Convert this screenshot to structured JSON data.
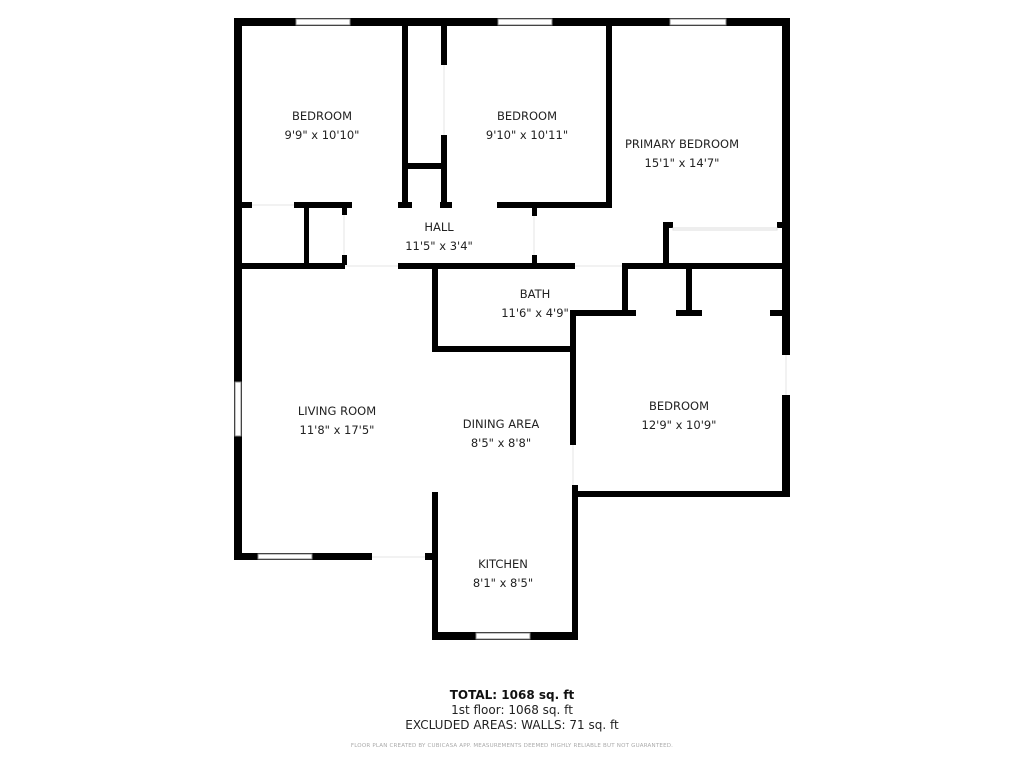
{
  "rooms": [
    {
      "name": "BEDROOM",
      "size": "9'9\" x 10'10\""
    },
    {
      "name": "BEDROOM",
      "size": "9'10\" x 10'11\""
    },
    {
      "name": "PRIMARY BEDROOM",
      "size": "15'1\" x 14'7\""
    },
    {
      "name": "HALL",
      "size": "11'5\" x 3'4\""
    },
    {
      "name": "BATH",
      "size": "11'6\" x 4'9\""
    },
    {
      "name": "LIVING ROOM",
      "size": "11'8\" x 17'5\""
    },
    {
      "name": "DINING AREA",
      "size": "8'5\" x 8'8\""
    },
    {
      "name": "BEDROOM",
      "size": "12'9\" x 10'9\""
    },
    {
      "name": "KITCHEN",
      "size": "8'1\" x 8'5\""
    }
  ],
  "summary": {
    "total": "TOTAL: 1068 sq. ft",
    "floor": "1st floor: 1068 sq. ft",
    "excluded": "EXCLUDED AREAS: WALLS: 71 sq. ft",
    "credit": "FLOOR PLAN CREATED BY CUBICASA APP. MEASUREMENTS DEEMED HIGHLY RELIABLE BUT NOT GUARANTEED."
  }
}
